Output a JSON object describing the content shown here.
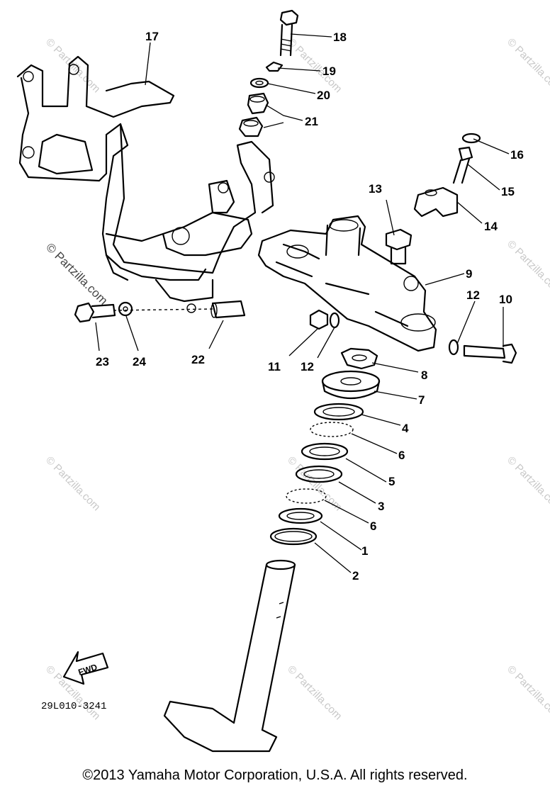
{
  "diagram_code": "29L010-3241",
  "fwd_label": "FWD",
  "copyright": "©2013 Yamaha Motor Corporation, U.S.A. All rights reserved.",
  "watermark": "© Partzilla.com",
  "callouts": {
    "c1": "1",
    "c2": "2",
    "c3": "3",
    "c4": "4",
    "c5": "5",
    "c6a": "6",
    "c6b": "6",
    "c7": "7",
    "c8": "8",
    "c9": "9",
    "c10": "10",
    "c11": "11",
    "c12a": "12",
    "c12b": "12",
    "c13": "13",
    "c14": "14",
    "c15": "15",
    "c16": "16",
    "c17": "17",
    "c18": "18",
    "c19": "19",
    "c20": "20",
    "c21": "21",
    "c22": "22",
    "c23": "23",
    "c24": "24"
  }
}
